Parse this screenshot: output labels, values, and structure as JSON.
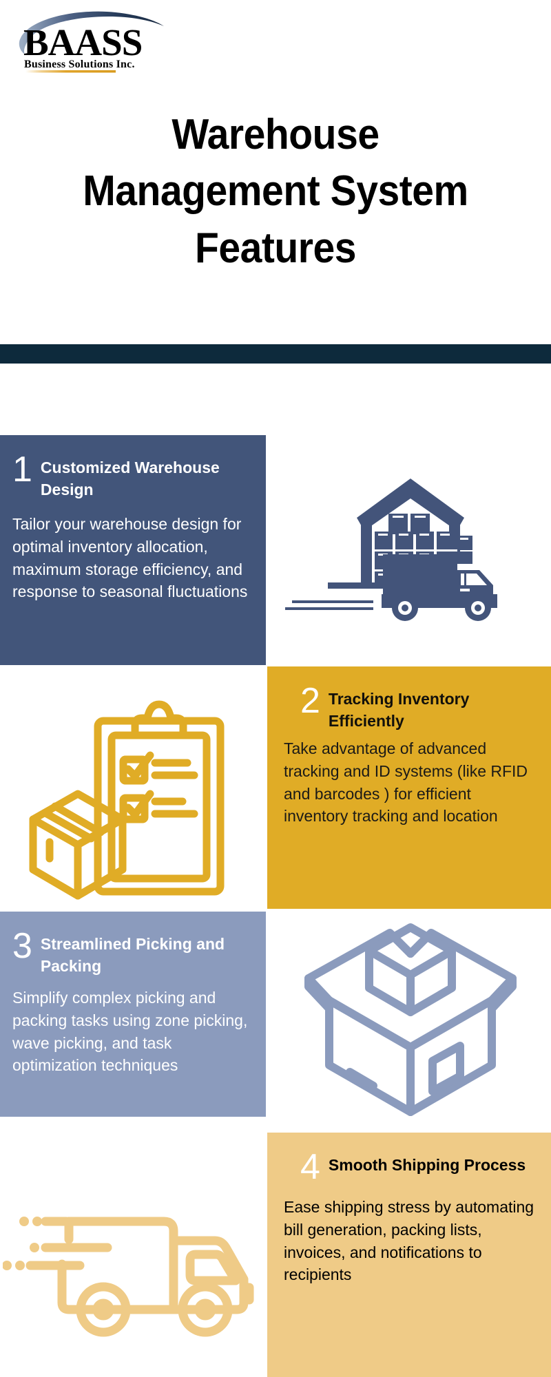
{
  "logo": {
    "brand": "BAASS",
    "tagline": "Business Solutions Inc.",
    "swoosh_color": "#2c3e5c",
    "underline_color": "#e0a328"
  },
  "header": {
    "title": "Warehouse Management System Features",
    "title_lines": [
      "Warehouse",
      "Management System",
      "Features"
    ],
    "title_color": "#000000"
  },
  "divider": {
    "color": "#0d2a3c"
  },
  "features": [
    {
      "number": "1",
      "title": "Customized Warehouse Design",
      "body": "Tailor your warehouse design for optimal inventory allocation, maximum storage efficiency, and response to seasonal fluctuations",
      "background": "#42557a",
      "text_color": "#ffffff",
      "number_color": "#ffffff",
      "icon": "warehouse-truck-icon",
      "icon_color": "#42557a",
      "side": "left"
    },
    {
      "number": "2",
      "title": "Tracking Inventory Efficiently",
      "body": "Take advantage of advanced tracking and ID systems (like RFID and barcodes ) for efficient inventory tracking and location",
      "background": "#e0ac26",
      "text_color": "#1b1a17",
      "number_color": "#ffffff",
      "icon": "clipboard-checklist-box-icon",
      "icon_color": "#e0ac26",
      "side": "right"
    },
    {
      "number": "3",
      "title": "Streamlined Picking and Packing",
      "body": "Simplify complex picking and packing tasks using zone picking, wave picking, and task optimization techniques",
      "background": "#8b9bbd",
      "text_color": "#ffffff",
      "number_color": "#ffffff",
      "icon": "open-box-cube-icon",
      "icon_color": "#8b9bbd",
      "side": "left"
    },
    {
      "number": "4",
      "title": "Smooth Shipping Process",
      "body": "Ease shipping stress by automating bill generation, packing lists, invoices, and notifications to recipients",
      "background": "#efcb87",
      "text_color": "#000000",
      "number_color": "#ffffff",
      "icon": "delivery-truck-speed-icon",
      "icon_color": "#efcb87",
      "side": "right"
    }
  ]
}
